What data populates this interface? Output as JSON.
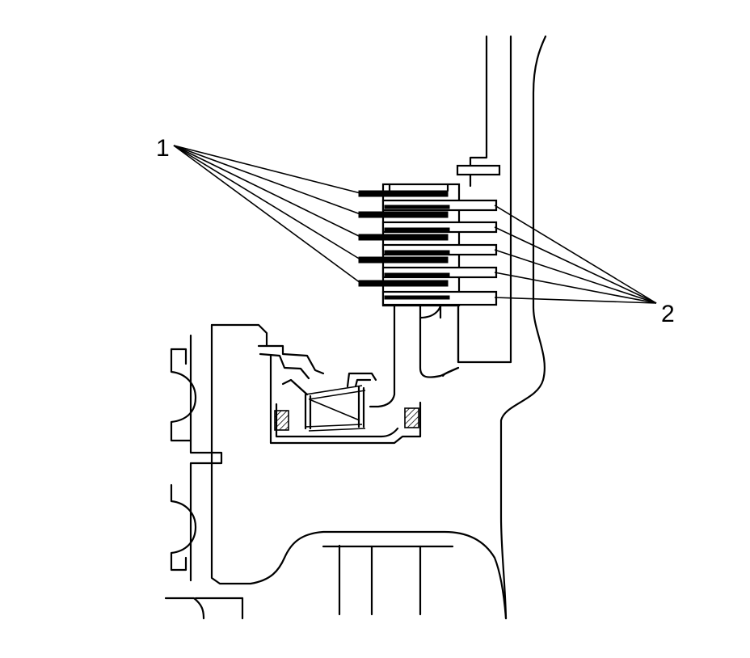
{
  "callouts": [
    {
      "id": "1",
      "text": "1"
    },
    {
      "id": "2",
      "text": "2"
    }
  ],
  "colors": {
    "line": "#000000",
    "background": "#ffffff"
  }
}
